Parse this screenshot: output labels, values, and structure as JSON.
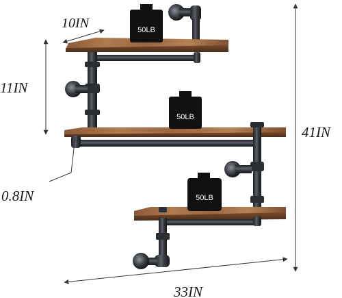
{
  "dimensions": {
    "depth": "10IN",
    "spacing": "11IN",
    "height": "41IN",
    "thickness": "0.8IN",
    "width": "33IN"
  },
  "weights": {
    "top": "50LB",
    "middle": "50LB",
    "bottom": "50LB"
  },
  "colors": {
    "wood_light": "#b07a4f",
    "wood_dark": "#6a4227",
    "pipe": "#2e3136",
    "pipe_highlight": "#8b9097",
    "weight_body": "#111111",
    "guide_line": "#333333"
  }
}
